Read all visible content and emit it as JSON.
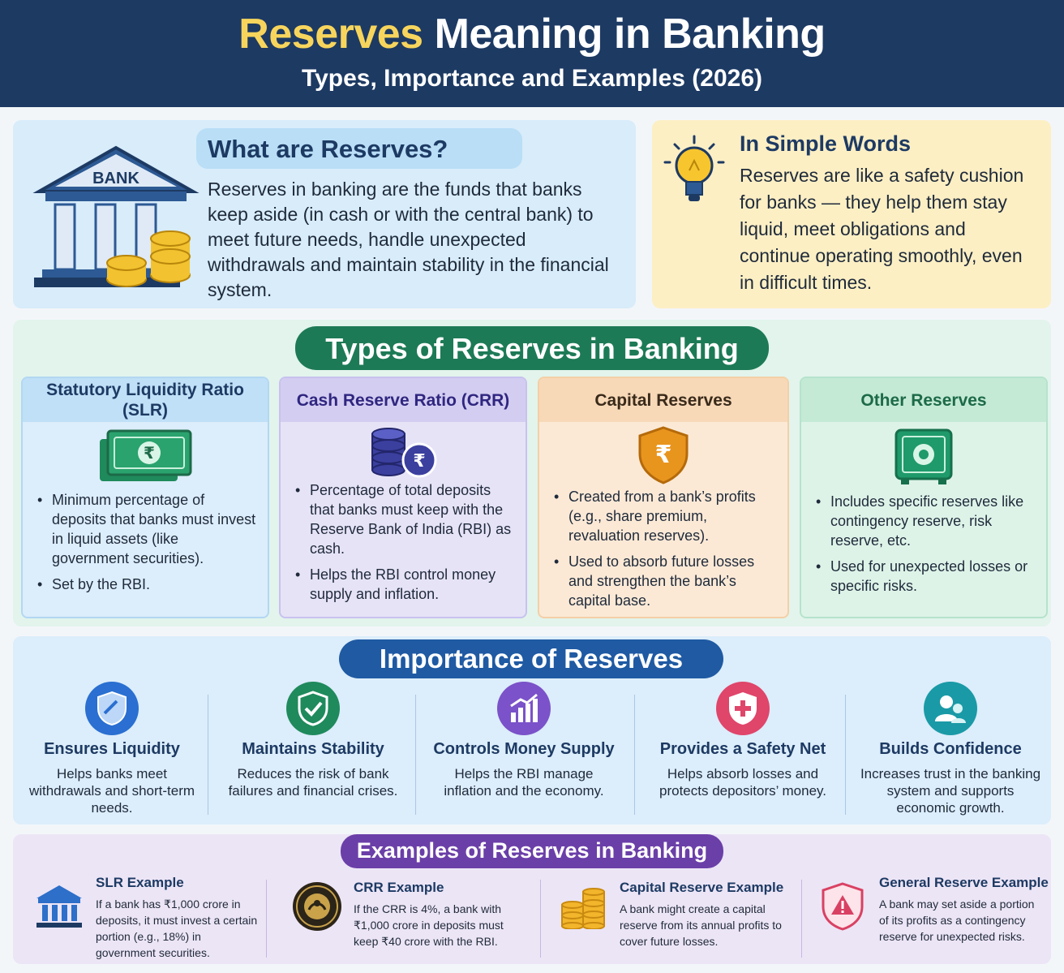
{
  "header": {
    "title_accent": "Reserves",
    "title_rest": "Meaning in Banking",
    "subtitle": "Types, Importance and Examples (2026)"
  },
  "what": {
    "title": "What are Reserves?",
    "bank_label": "BANK",
    "text": "Reserves in banking are the funds that banks keep aside (in cash or with the central bank) to meet future needs, handle unexpected withdrawals and maintain stability in the financial system."
  },
  "simple": {
    "title": "In Simple Words",
    "text": "Reserves are like a safety cushion for banks — they help them stay liquid, meet obligations and continue operating smoothly, even in difficult times."
  },
  "types": {
    "title": "Types of Reserves in Banking",
    "cards": [
      {
        "title": "Statutory Liquidity Ratio (SLR)",
        "icon": "currency-notes-icon",
        "points": [
          "Minimum percentage of deposits that banks must invest in liquid assets (like government securities).",
          "Set by the RBI."
        ]
      },
      {
        "title": "Cash Reserve Ratio (CRR)",
        "icon": "coin-stack-rupee-icon",
        "points": [
          "Percentage of total deposits that banks must keep with the Reserve Bank of India (RBI) as cash.",
          "Helps the RBI control money supply and inflation."
        ]
      },
      {
        "title": "Capital Reserves",
        "icon": "rupee-shield-icon",
        "points": [
          "Created from a bank’s profits (e.g., share premium, revaluation reserves).",
          "Used to absorb future losses and strengthen the bank’s capital base."
        ]
      },
      {
        "title": "Other Reserves",
        "icon": "safe-icon",
        "points": [
          "Includes specific reserves like contingency reserve, risk reserve, etc.",
          "Used for unexpected losses or specific risks."
        ]
      }
    ]
  },
  "importance": {
    "title": "Importance of Reserves",
    "items": [
      {
        "title": "Ensures Liquidity",
        "text": "Helps banks meet withdrawals and short-term needs.",
        "icon": "shield-check-icon",
        "color": "#2a6fd1"
      },
      {
        "title": "Maintains Stability",
        "text": "Reduces the risk of bank failures and financial crises.",
        "icon": "shield-tick-icon",
        "color": "#1f8a5c"
      },
      {
        "title": "Controls Money Supply",
        "text": "Helps the RBI manage inflation and the economy.",
        "icon": "growth-chart-icon",
        "color": "#7b52c9"
      },
      {
        "title": "Provides a Safety Net",
        "text": "Helps absorb losses and protects depositors’ money.",
        "icon": "shield-plus-icon",
        "color": "#e0456a"
      },
      {
        "title": "Builds Confidence",
        "text": "Increases trust in the banking system and supports economic growth.",
        "icon": "people-icon",
        "color": "#1a9aa6"
      }
    ]
  },
  "examples": {
    "title": "Examples of Reserves in Banking",
    "items": [
      {
        "title": "SLR Example",
        "text": "If a bank has ₹1,000 crore in deposits, it must invest a certain portion (e.g., 18%) in government securities.",
        "icon": "bank-building-icon"
      },
      {
        "title": "CRR Example",
        "text": "If the CRR is 4%, a bank with ₹1,000 crore in deposits must keep ₹40 crore with the RBI.",
        "icon": "rbi-seal-icon"
      },
      {
        "title": "Capital Reserve Example",
        "text": "A bank might create a capital reserve from its annual profits to cover future losses.",
        "icon": "coins-icon"
      },
      {
        "title": "General Reserve Example",
        "text": "A bank may set aside a portion of its profits as a contingency reserve for unexpected risks.",
        "icon": "warning-shield-icon"
      }
    ]
  },
  "colors": {
    "navy": "#1d3a63",
    "gold": "#f7d55c",
    "green": "#1d7a56",
    "blue": "#1f5aa3",
    "purple": "#6b3fa8"
  }
}
